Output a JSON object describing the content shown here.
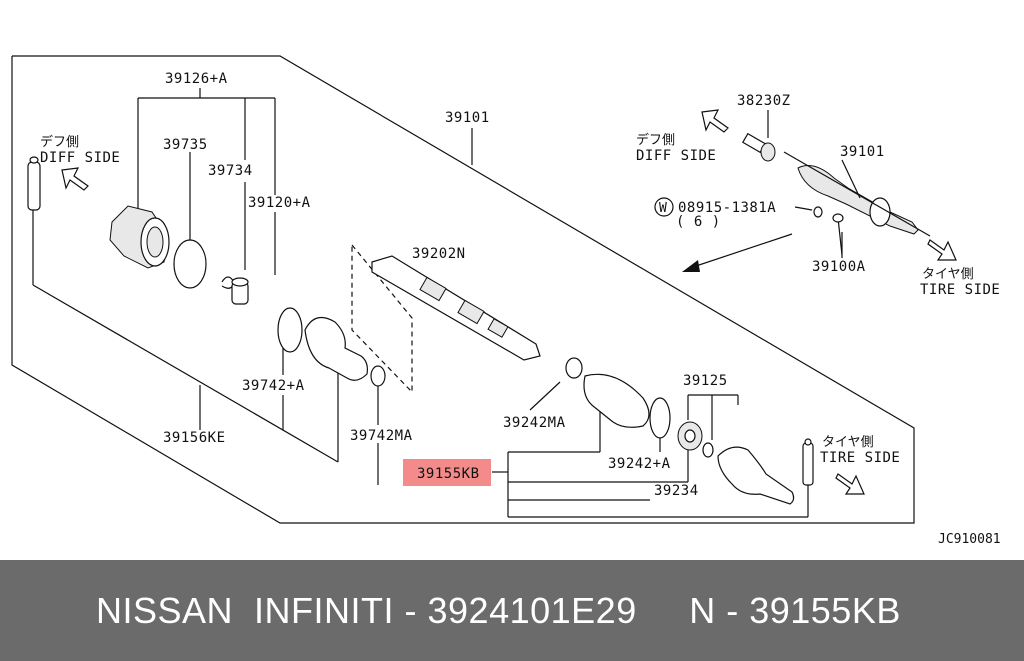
{
  "labels": {
    "boot_kit_diff": "39126+A",
    "band_large_diff": "39735",
    "band_small_diff": "39734",
    "circlip_diff": "39120+A",
    "shaft_assembly": "39101",
    "shaft": "39202N",
    "diff_side_jp": "デフ側",
    "diff_side": "DIFF SIDE",
    "boot_band_outer": "39742+A",
    "boot_band_ma": "39742MA",
    "boot_kit_ke": "39156KE",
    "boot_band_ma2": "39242MA",
    "boot_kit_kb": "39155KB",
    "boot_band_a": "39242+A",
    "joint_39125": "39125",
    "circlip_39234": "39234",
    "tire_side_jp": "タイヤ側",
    "tire_side": "TIRE SIDE",
    "inset_part_a": "38230Z",
    "inset_shaft": "39101",
    "inset_washer_mark": "W",
    "inset_washer": "08915-1381A",
    "inset_washer_qty": "( 6 )",
    "inset_bolt": "39100A",
    "inset_diff_jp": "デフ側",
    "inset_diff": "DIFF SIDE",
    "inset_tire_jp": "タイヤ側",
    "inset_tire": "TIRE SIDE",
    "diagram_code": "JC910081"
  },
  "highlight": {
    "label": "39155KB",
    "color": "#f48b8b"
  },
  "footer": {
    "text": "NISSAN  INFINITI - 3924101E29     N - 39155KB"
  },
  "colors": {
    "footer_bg": "#6b6b6b",
    "footer_text": "#ffffff"
  }
}
